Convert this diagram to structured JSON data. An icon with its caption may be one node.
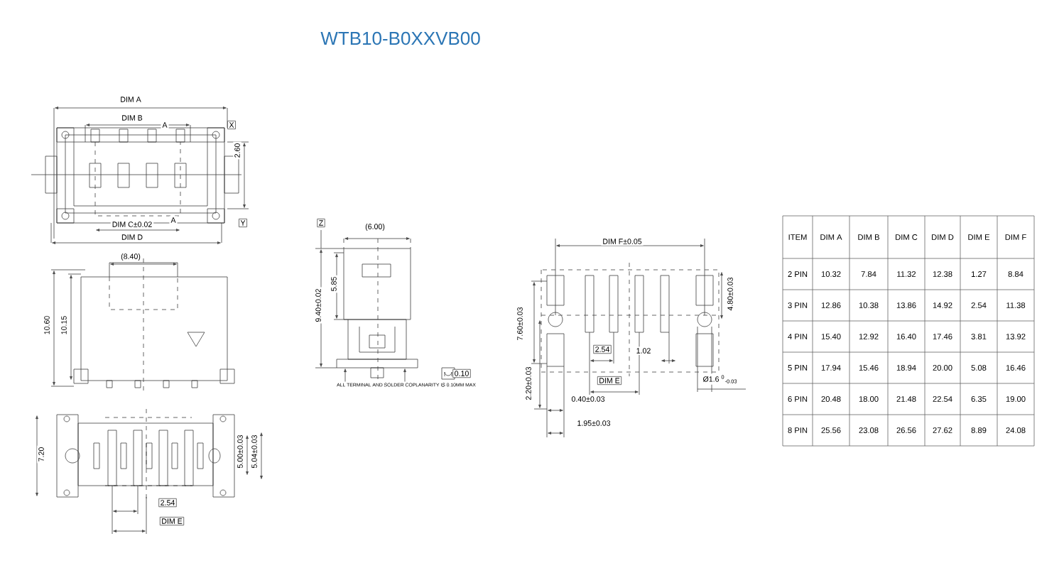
{
  "diagram": {
    "title": "WTB10-B0XXVB00",
    "labels": [
      "DIM A",
      "DIM B",
      "A",
      "X",
      "2.60",
      "DIM C±0.02",
      "A",
      "Y",
      "DIM D",
      "(8.40)",
      "10.60",
      "10.15",
      "7.20",
      "5.00±0.03",
      "5.04±0.03",
      "2.54",
      "DIM E",
      "Z",
      "(6.00)",
      "5.85",
      "9.40±0.02",
      "0.10",
      "ALL TERMINAL AND SOLDER COPLANARITY IS 0.10MM MAX",
      "DIM F±0.05",
      "7.60±0.03",
      "4.80±0.03",
      "2.54",
      "1.02",
      "DIM E",
      "0.40±0.03",
      "2.20±0.03",
      "1.95±0.03",
      "Ø1.6 $^{0}$$_{-0.03}$",
      "ITEM",
      "DIM A",
      "DIM B",
      "DIM C",
      "DIM D",
      "DIM E",
      "DIM F",
      "2 PIN",
      "10.32",
      "7.84",
      "11.32",
      "12.38",
      "1.27",
      "8.84",
      "3 PIN",
      "12.86",
      "10.38",
      "13.86",
      "14.92",
      "2.54",
      "11.38",
      "4 PIN",
      "15.40",
      "12.92",
      "16.40",
      "17.46",
      "3.81",
      "13.92",
      "5 PIN",
      "17.94",
      "15.46",
      "18.94",
      "20.00",
      "5.08",
      "16.46",
      "6 PIN",
      "20.48",
      "18.00",
      "21.48",
      "22.54",
      "6.35",
      "19.00",
      "8 PIN",
      "25.56",
      "23.08",
      "26.56",
      "27.62",
      "8.89",
      "24.08"
    ]
  }
}
